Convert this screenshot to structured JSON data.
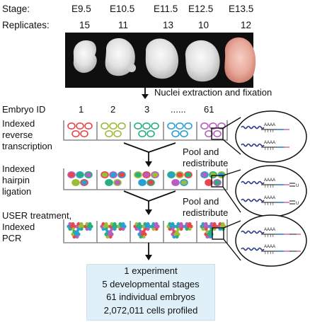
{
  "header": {
    "stage_label": "Stage:",
    "replicates_label": "Replicates:",
    "stages": [
      "E9.5",
      "E10.5",
      "E11.5",
      "E12.5",
      "E13.5"
    ],
    "replicates": [
      "15",
      "11",
      "13",
      "10",
      "12"
    ]
  },
  "steps": {
    "nuclei": "Nuclei extraction and fixation",
    "embryo_id_label": "Embryo ID",
    "embryo_ids": [
      "1",
      "2",
      "3",
      "......",
      "61"
    ],
    "rt_lines": [
      "Indexed",
      "reverse",
      "transcription"
    ],
    "hairpin_lines": [
      "Indexed",
      "hairpin",
      "ligation"
    ],
    "pcr_lines": [
      "USER treatment,",
      "Indexed",
      "PCR"
    ],
    "pool1_lines": [
      "Pool and",
      "redistribute"
    ],
    "pool2_lines": [
      "Pool and",
      "redistribute"
    ]
  },
  "inset": {
    "aaaa": "AAAA",
    "tttt": "TTTT",
    "u": "U"
  },
  "summary": {
    "lines": [
      "1 experiment",
      "5 developmental stages",
      "61 individual embryos",
      "2,072,011 cells profiled"
    ]
  },
  "colors": {
    "well_colors": [
      "#e8474a",
      "#9bbd3a",
      "#27b07e",
      "#2a9fd6",
      "#b55fbf"
    ],
    "inset_blue": "#2d7fc2",
    "inset_pink": "#d46fb1",
    "summary_bg": "#dff0f8"
  }
}
